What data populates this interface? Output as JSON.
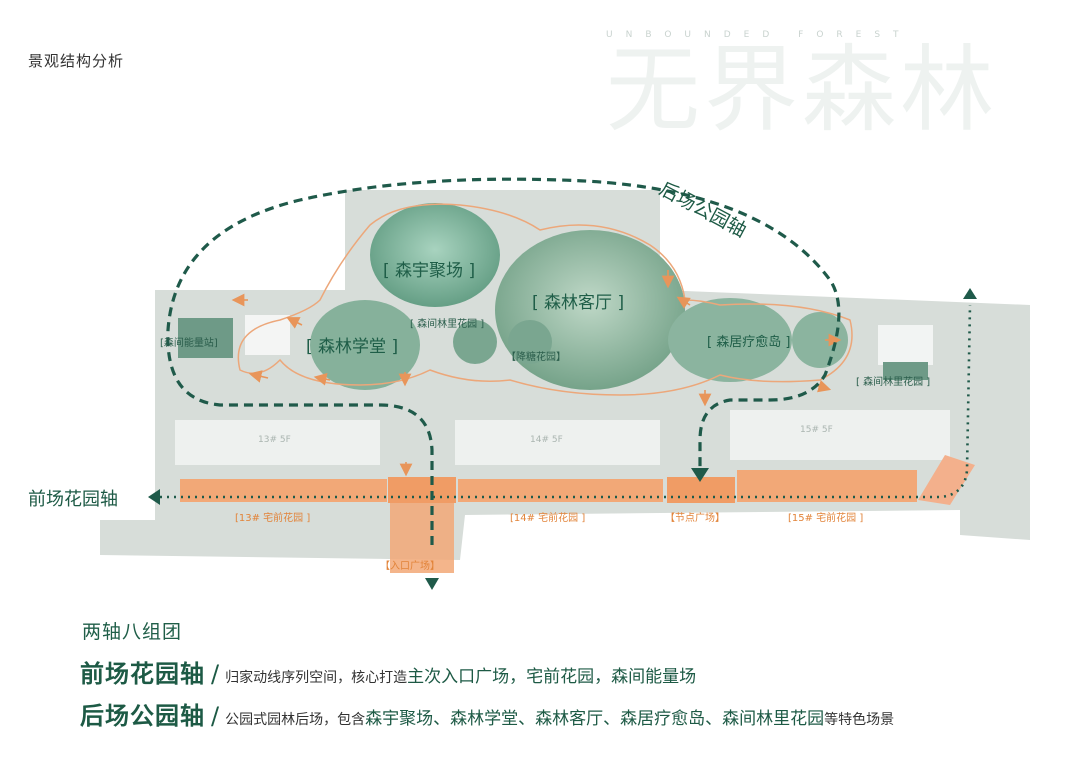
{
  "page_label": "景观结构分析",
  "watermark": {
    "english": "UNBOUNDED FOREST",
    "chinese": "无界森林"
  },
  "axes": {
    "front": "前场花园轴",
    "back": "后场公园轴"
  },
  "zones": {
    "sen_yu": "[ 森宇聚场 ]",
    "sen_lin_keting": "[ 森林客厅 ]",
    "sen_lin_xuetang": "[ 森林学堂 ]",
    "sen_ju": "[ 森居疗愈岛 ]",
    "linli_garden_center": "[ 森间林里花园 ]",
    "tang_garden": "【降糖花园】",
    "energy_station": "[森间能量站]",
    "linli_garden_right": "[ 森间林里花园 ]"
  },
  "front_labels": {
    "garden13": "[13# 宅前花园 ]",
    "garden14": "[14# 宅前花园 ]",
    "node_plaza": "【节点广场】",
    "garden15": "[15# 宅前花园 ]",
    "entrance": "【入口广场】"
  },
  "buildings": {
    "b14": "14# 5F",
    "b15": "15# 5F",
    "b13": "13# 5F"
  },
  "summary": {
    "title": "两轴八组团",
    "line1": {
      "axis": "前场花园轴",
      "slash": "/",
      "desc_a": "归家动线序列空间，核心打造",
      "highlight": "主次入口广场，宅前花园，森间能量场"
    },
    "line2": {
      "axis": "后场公园轴",
      "slash": "/",
      "desc_a": "公园式园林后场，包含",
      "highlight": "森宇聚场、森林学堂、森林客厅、森居疗愈岛、森间林里花园",
      "desc_b": "等特色场景"
    }
  },
  "colors": {
    "accent_green": "#1d5a45",
    "dashed_green": "#1f5a4a",
    "orange": "#e8955a",
    "site_gray": "#cfd6d2"
  }
}
